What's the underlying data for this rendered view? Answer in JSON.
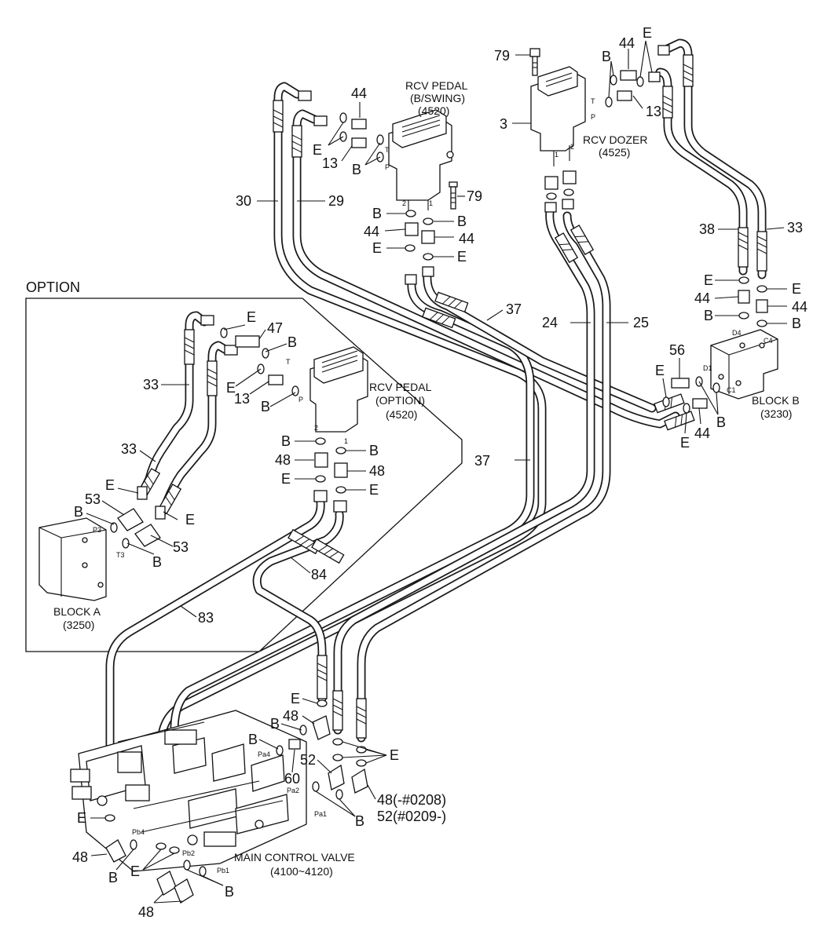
{
  "option_label": "OPTION",
  "components": {
    "rcv_pedal_swing": {
      "line1": "RCV PEDAL",
      "line2": "(B/SWING)",
      "line3": "(4520)"
    },
    "rcv_dozer": {
      "line1": "RCV DOZER",
      "line2": "(4525)"
    },
    "rcv_pedal_option": {
      "line1": "RCV PEDAL",
      "line2": "(OPTION)",
      "line3": "(4520)"
    },
    "block_b": {
      "line1": "BLOCK B",
      "line2": "(3230)"
    },
    "block_a": {
      "line1": "BLOCK A",
      "line2": "(3250)"
    },
    "main_control_valve": {
      "line1": "MAIN CONTROL VALVE",
      "line2": "(4100~4120)"
    }
  },
  "callouts": {
    "c79_top": "79",
    "c44_top": "44",
    "c_e_top": "E",
    "c_b_top": "B",
    "c13_top": "13",
    "c3": "3",
    "c44_sw": "44",
    "c_e_sw": "E",
    "c13_sw": "13",
    "c_b_sw": "B",
    "c79_mid": "79",
    "c30": "30",
    "c29": "29",
    "c_b_l1": "B",
    "c_b_r1": "B",
    "c44_l": "44",
    "c44_r": "44",
    "c_e_l": "E",
    "c_e_r": "E",
    "c37_top": "37",
    "c24": "24",
    "c25": "25",
    "c38": "38",
    "c33_r": "33",
    "c_e_bb1": "E",
    "c_e_bb2": "E",
    "c44_bb1": "44",
    "c44_bb2": "44",
    "c_b_bb1": "B",
    "c_b_bb2": "B",
    "c56": "56",
    "c_e_56": "E",
    "c_b_56": "B",
    "c_e_c1": "E",
    "c44_c1": "44",
    "c37_mid": "37",
    "c_e_opt1": "E",
    "c47": "47",
    "c_b_opt1": "B",
    "c33_opt": "33",
    "c_e_opt2": "E",
    "c13_opt": "13",
    "c_b_opt2": "B",
    "c33_opt2": "33",
    "c_e_opt3": "E",
    "c53_a": "53",
    "c_b_opt3": "B",
    "c_e_opt4": "E",
    "c53_b": "53",
    "c_b_opt4": "B",
    "c_b_ol": "B",
    "c_b_or": "B",
    "c48_ol": "48",
    "c48_or": "48",
    "c_e_ol": "E",
    "c_e_or": "E",
    "c84": "84",
    "c83": "83",
    "c_e_mcv1": "E",
    "c48_mcv1": "48",
    "c_b_mcv1": "B",
    "c_b_mcv2": "B",
    "c60": "60",
    "c52": "52",
    "c_e_mcv2": "E",
    "c48_note": "48(-#0208)",
    "c52_note": "52(#0209-)",
    "c_b_mcv3": "B",
    "c_e_mcv3": "E",
    "c48_mcv2": "48",
    "c_b_mcv4": "B",
    "c_e_mcv4": "E",
    "c_b_mcv5": "B",
    "c48_mcv3": "48"
  },
  "ports": {
    "T_sw": "T",
    "P_sw": "P",
    "n2_sw": "2",
    "n1_sw": "1",
    "T_dz": "T",
    "P_dz": "P",
    "n1_dz": "1",
    "n2_dz": "2",
    "D4": "D4",
    "C4": "C4",
    "D1": "D1",
    "C1": "C1",
    "T_op": "T",
    "P_op": "P",
    "n2_op": "2",
    "n1_op": "1",
    "P3": "P3",
    "T3": "T3",
    "Pa4": "Pa4",
    "Pa2": "Pa2",
    "Pa1": "Pa1",
    "Pb4": "Pb4",
    "Pb2": "Pb2",
    "Pb1": "Pb1"
  }
}
